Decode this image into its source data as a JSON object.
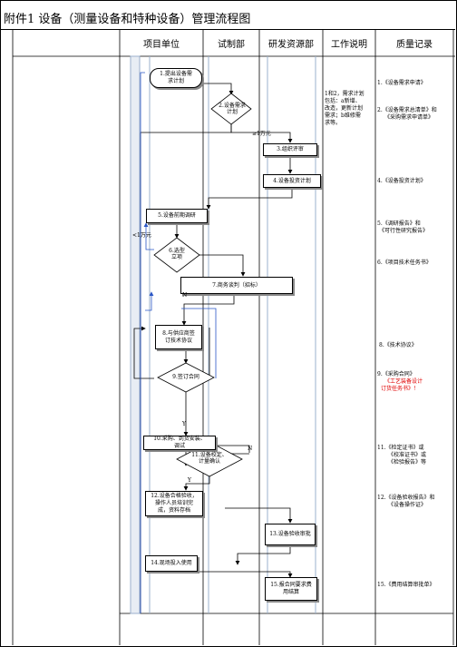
{
  "title": "附件1   设备（测量设备和特种设备）管理流程图",
  "headers": [
    "项目单位",
    "试制部",
    "研发资源部",
    "工作说明",
    "质量记录"
  ],
  "nodes": {
    "n1": "1.提出设备需\n求计划",
    "n2": "2.设备需求\n计划",
    "n3": "3.组织评审",
    "n4": "4.设备投资计划",
    "n5": "5.设备前期调研",
    "n6": "6.选型\n立项",
    "n7": "7.商务谈判（招标）",
    "n8": "8.与供应商签\n订技术协议",
    "n9": "9.签订合同",
    "n10": "10.采购、到货安装、\n调试",
    "n11": "11.设备校定、\n计量确认",
    "n12": "12.设备合格验收，\n操作人员培训完\n成，资料存档",
    "n13": "13.设备验收审批",
    "n14": "14.现场投入使用",
    "n15": "15.报合同要求费\n用结算"
  },
  "labels": {
    "ge1w": "≥1万元",
    "lt1w": "<1万元",
    "n_a": "N",
    "y_a": "Y",
    "n_b": "N",
    "y_b": "Y"
  },
  "work_note": [
    "1和2，需求计划",
    "包括：a新增、",
    "改造，更新计划",
    "需求；b维修需",
    "求等。"
  ],
  "records": {
    "r1": "1.《设备需求申请》",
    "r2a": "2.《设备需求总清单》和",
    "r2b": "《采购需求申请单》",
    "r4": "4.《设备投资计划》",
    "r5a": "5.《调研报告》和",
    "r5b": "《可行性研究报告》",
    "r6": "6.《项目技术任务书》",
    "r8": "8.《技术协议》",
    "r9a": "9.《采购合同》",
    "r9b": "《工艺装备设计",
    "r9c": "订货任务书》！",
    "r11a": "11.《检定证书》或",
    "r11b": "《校准证书》或",
    "r11c": "《检验报告》等",
    "r12a": "12.《设备验收报告》和",
    "r12b": "《设备操作证》",
    "r15": "15.《费用结算审批单》"
  }
}
